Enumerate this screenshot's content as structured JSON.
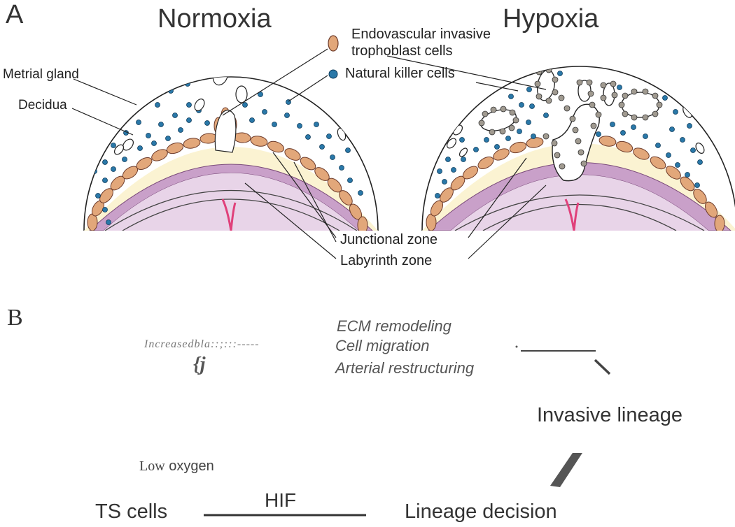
{
  "panel_a": {
    "label": "A",
    "title_left": "Normoxia",
    "title_right": "Hypoxia",
    "legend": {
      "trophoblast": [
        "Endovascular invasive",
        "trophoblast cells"
      ],
      "nk": "Natural killer cells"
    },
    "labels": {
      "metrial": "Metrial gland",
      "decidua": "Decidua",
      "junctional": "Junctional zone",
      "labyrinth": "Labyrinth zone"
    },
    "colors": {
      "decidua": "#fbf3d2",
      "junctional": "#c9a0c9",
      "labyrinth": "#e8d4e8",
      "nk_cell": "#2a78a8",
      "trophoblast": "#e2a77a",
      "vessel": "#e0407a"
    }
  },
  "panel_b": {
    "label": "B",
    "increased": "Increasedbla::;:::-----",
    "glyph": "{j",
    "process1": "ECM remodeling",
    "process2": "Cell migration",
    "process3": "Arterial restructuring",
    "invasive": "Invasive lineage",
    "low_oxygen_1": "Low",
    "low_oxygen_2": "oxygen",
    "hif": "HIF",
    "ts_cells": "TS cells",
    "lineage_decision": "Lineage decision"
  }
}
